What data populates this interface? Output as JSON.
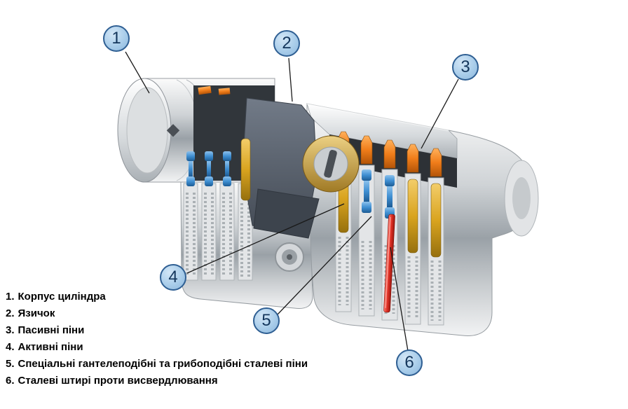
{
  "callouts": [
    {
      "number": "1"
    },
    {
      "number": "2"
    },
    {
      "number": "3"
    },
    {
      "number": "4"
    },
    {
      "number": "5"
    },
    {
      "number": "6"
    }
  ],
  "legend": {
    "items": [
      {
        "number": "1.",
        "label": "Корпус циліндра"
      },
      {
        "number": "2.",
        "label": "Язичок"
      },
      {
        "number": "3.",
        "label": "Пасивні піни"
      },
      {
        "number": "4.",
        "label": "Активні піни"
      },
      {
        "number": "5.",
        "label": "Спеціальні гантелеподібні та грибоподібні сталеві піни"
      },
      {
        "number": "6.",
        "label": "Сталеві штирі проти висвердлювання"
      }
    ]
  },
  "colors": {
    "callout_fill": "#a9cdea",
    "callout_border": "#2f5f93",
    "callout_text": "#14365c",
    "passive_pin_orange": "#f07d1a",
    "active_pin_blue": "#3f8fd2",
    "steel_pin_gold": "#d9a41f",
    "anti_drill_pin_red": "#e03227",
    "cam_gray": "#4e5660",
    "body_silver": "#c7cbce"
  }
}
